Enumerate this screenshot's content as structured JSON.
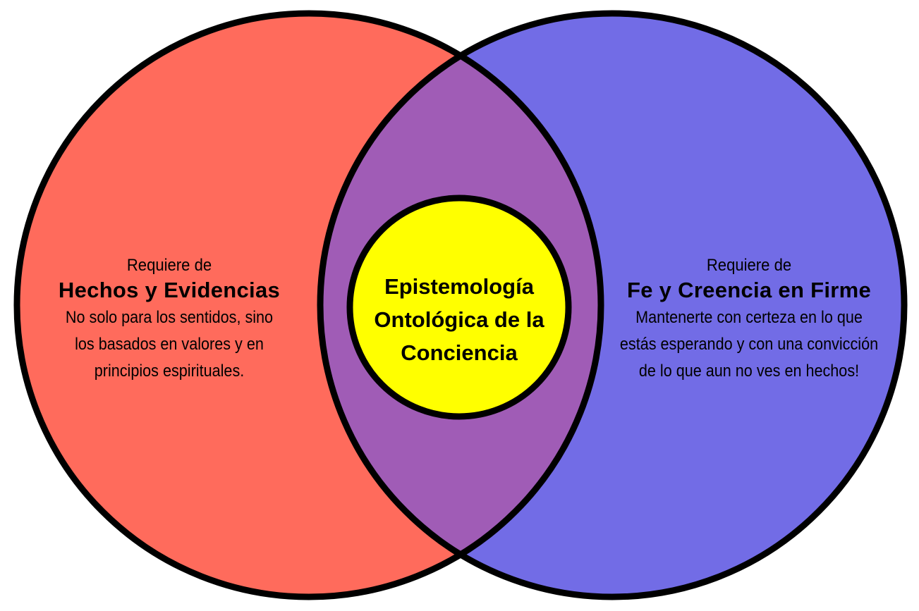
{
  "colors": {
    "left_circle": "#FF6B5C",
    "right_circle": "#726CE6",
    "intersection": "#A05CB6",
    "center_circle": "#FFFF00",
    "outline": "#000000"
  },
  "left": {
    "intro": "Requiere de",
    "heading": "Hechos y Evidencias",
    "lines": [
      "No solo para los sentidos, sino",
      "los basados en valores y en",
      "principios espirituales."
    ]
  },
  "right": {
    "intro": "Requiere de",
    "heading": "Fe y Creencia en Firme",
    "lines": [
      "Mantenerte con certeza en lo que",
      "estás esperando y con una convicción",
      "de lo que aun no ves en hechos!"
    ]
  },
  "center": {
    "lines": [
      "Epistemología",
      "Ontológica de la",
      "Conciencia"
    ]
  }
}
